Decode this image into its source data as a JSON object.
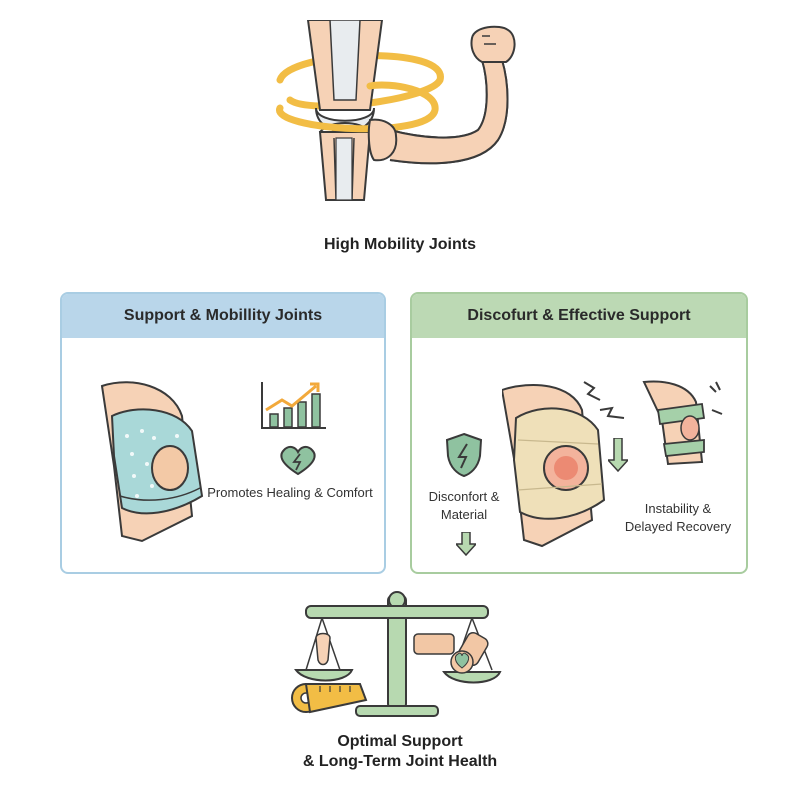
{
  "top": {
    "caption": "High Mobility Joints"
  },
  "left_card": {
    "header": "Support & Mobillity Joints",
    "caption": "Promotes Healing & Comfort",
    "header_color": "#b9d6ea",
    "border_color": "#a9cde3"
  },
  "right_card": {
    "header": "Discofurt & Effective Support",
    "caption_left": [
      "Disconfort &",
      "Material"
    ],
    "caption_right": [
      "Instability &",
      "Delayed Recovery"
    ],
    "header_color": "#bcd9b4",
    "border_color": "#a8cc9f"
  },
  "bottom": {
    "caption_line1": "Optimal Support",
    "caption_line2": "& Long-Term Joint Health"
  },
  "colors": {
    "skin": "#f6d2b6",
    "outline": "#3a3a3a",
    "swirl": "#f2bd45",
    "green": "#7fae8c",
    "sleeve": "#a9d8d8"
  }
}
